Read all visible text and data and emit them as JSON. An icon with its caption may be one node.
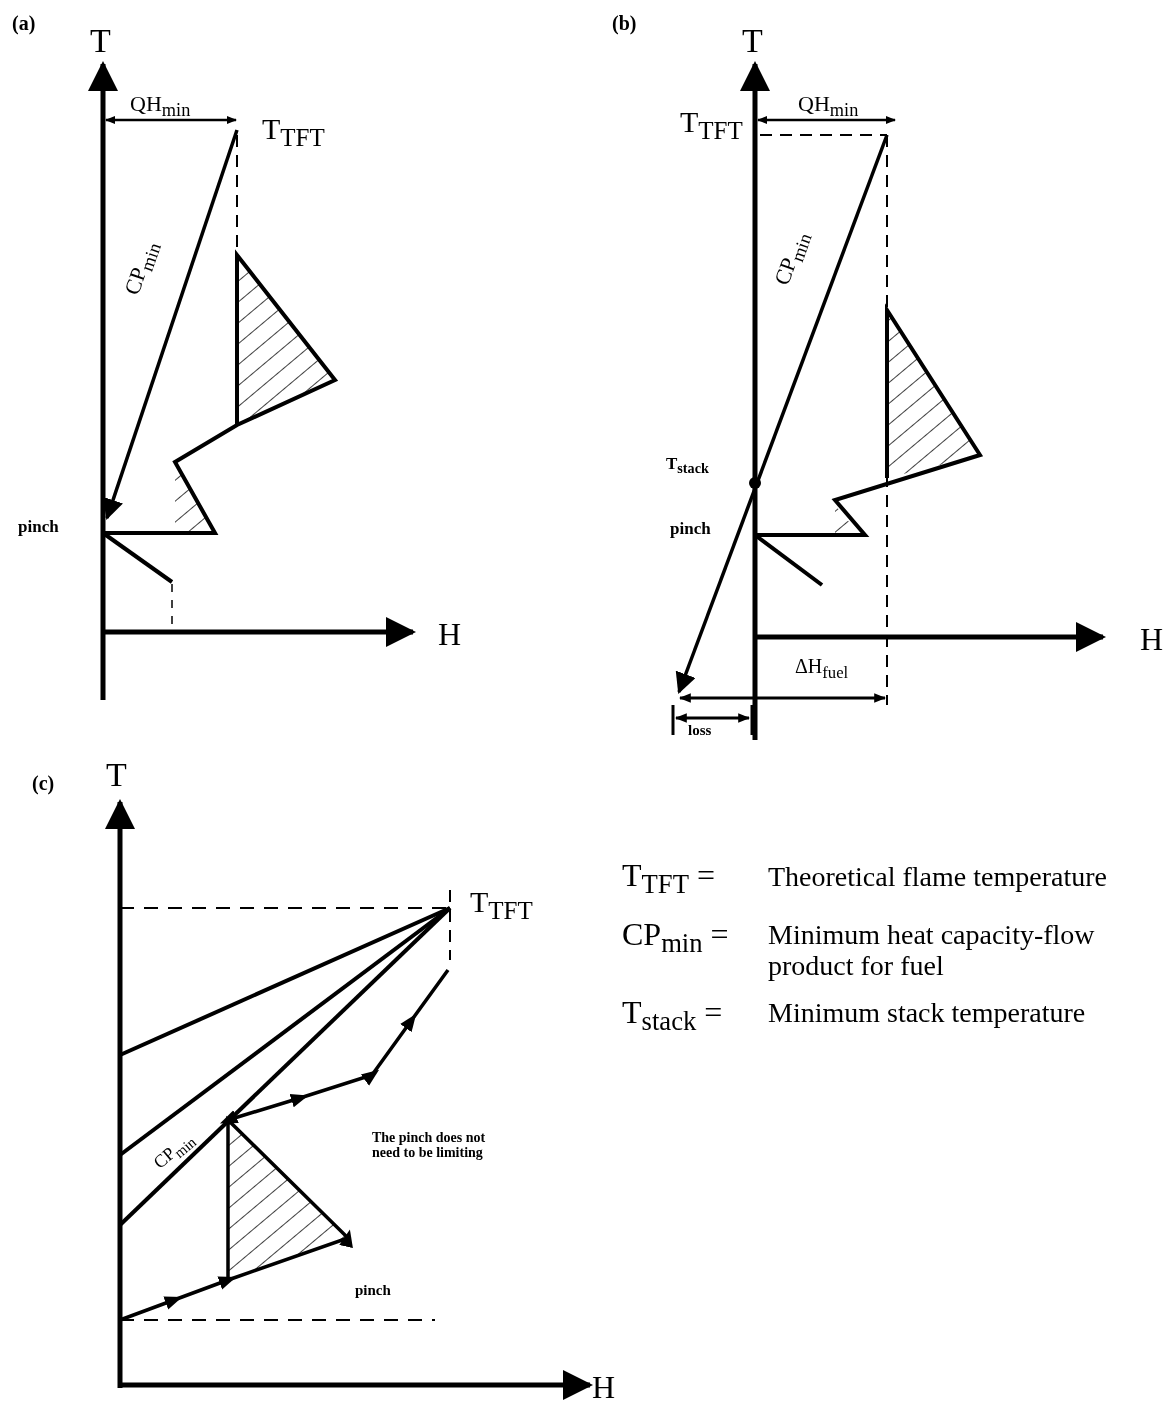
{
  "diagram": {
    "labels": [
      "(a)",
      "T",
      "QH$_{min}$",
      "T$_{TFT}$",
      "CP$_{min}$",
      "pinch",
      "H",
      "(b)",
      "T",
      "T$_{TFT}$",
      "QH$_{min}$",
      "CP$_{min}$",
      "T$_{stack}$",
      "pinch",
      "H",
      "ΔH$_{fuel}$",
      "loss",
      "(c)",
      "T",
      "T$_{TFT}$",
      "CP$_{min}$",
      "The pinch does not need to be limiting",
      "pinch",
      "H",
      "T$_{TFT}$ =",
      "Theoretical flame temperature",
      "CP$_{min}$ =",
      "Minimum heat capacity-flow product for fuel",
      "T$_{stack}$ =",
      "Minimum stack temperature"
    ]
  }
}
